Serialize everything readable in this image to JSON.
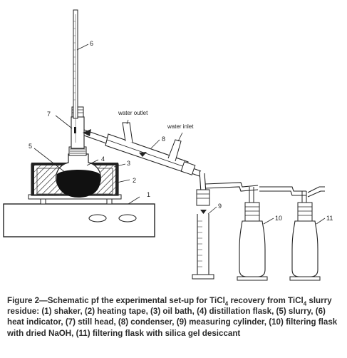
{
  "labels": {
    "n1": "1",
    "n2": "2",
    "n3": "3",
    "n4": "4",
    "n5": "5",
    "n6": "6",
    "n7": "7",
    "n8": "8",
    "n9": "9",
    "n10": "10",
    "n11": "11",
    "water_outlet": "water outlet",
    "water_inlet": "water inlet"
  },
  "caption": {
    "part1": "Figure 2—Schematic pf the experimental set-up for TiCl",
    "sub1": "4",
    "part2": " recovery from TiCl",
    "sub2": "4",
    "part3": " slurry residue: (1) shaker, (2) heating tape, (3) oil bath, (4) distillation flask, (5) slurry, (6) heat indicator, (7) still head, (8) condenser, (9) measuring cylinder, (10) filtering flask with dried NaOH, (11) filtering flask with silica gel desiccant"
  }
}
